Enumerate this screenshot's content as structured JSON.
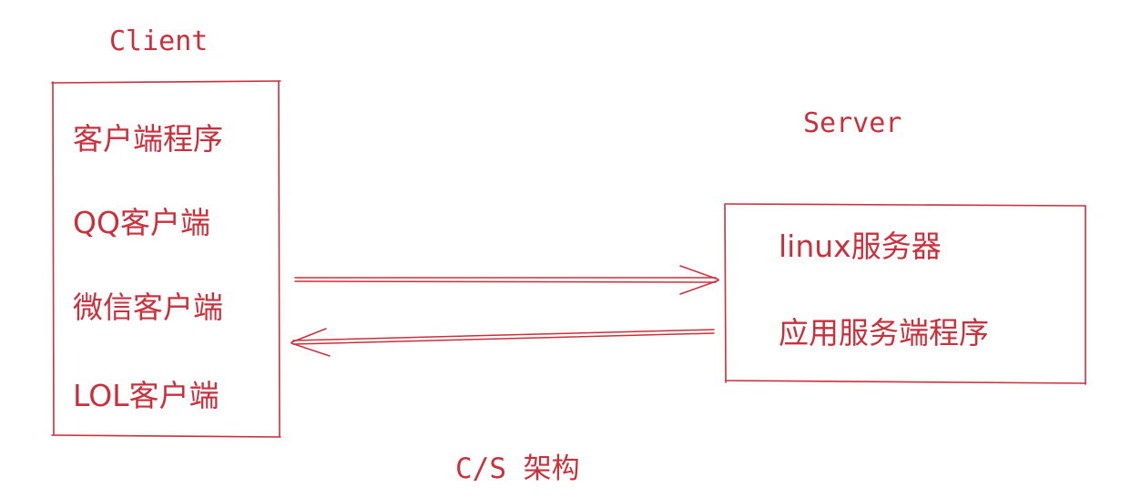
{
  "client": {
    "title": "Client",
    "items": [
      "客户端程序",
      "QQ客户端",
      "微信客户端",
      "LOL客户端"
    ]
  },
  "server": {
    "title": "Server",
    "items": [
      "linux服务器",
      "应用服务端程序"
    ]
  },
  "caption": "C/S 架构",
  "colors": {
    "ink": "#c9303c"
  }
}
